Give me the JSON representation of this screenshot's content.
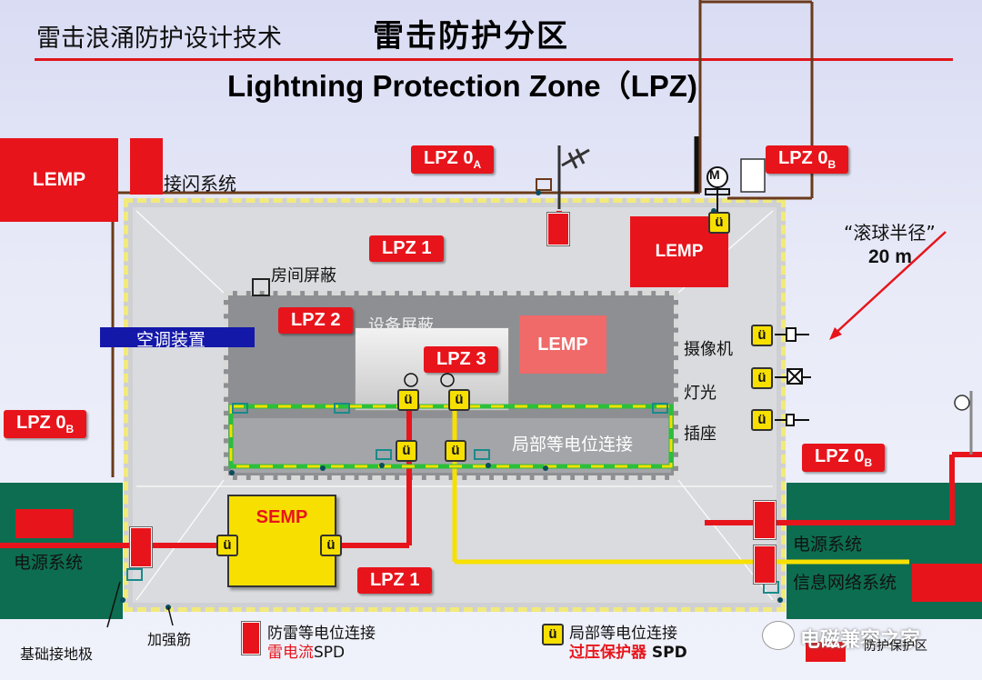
{
  "header": {
    "subtitle_cn": "雷击浪涌防护设计技术",
    "title_cn": "雷击防护分区",
    "title_en": "Lightning Protection Zone（LPZ)"
  },
  "zones": {
    "lpz0a_main": "LPZ 0",
    "lpz0a_sub": "A",
    "lpz0b_top_main": "LPZ 0",
    "lpz0b_top_sub": "B",
    "lpz0b_left_main": "LPZ 0",
    "lpz0b_left_sub": "B",
    "lpz0b_right_main": "LPZ 0",
    "lpz0b_right_sub": "B",
    "lpz1_top": "LPZ 1",
    "lpz1_bottom": "LPZ 1",
    "lpz2": "LPZ 2",
    "lpz3": "LPZ 3"
  },
  "lemp": {
    "outside": "LEMP",
    "roof": "LEMP",
    "room": "LEMP"
  },
  "labels": {
    "air_terminal": "接闪系统",
    "room_shield": "房间屏蔽",
    "device_shield": "设备屏蔽",
    "aircon": "空调装置",
    "local_bonding": "局部等电位连接",
    "camera": "摄像机",
    "light": "灯光",
    "socket": "插座",
    "power_left": "电源系统",
    "power_right": "电源系统",
    "network": "信息网络系统",
    "ground_electrode": "基础接地极",
    "rebar": "加强筋",
    "rolling_sphere_title": "“滚球半径”",
    "rolling_sphere_value": "20 m",
    "semp": "SEMP",
    "motor": "M",
    "spd_symbol": "ü"
  },
  "legend": {
    "lightning_bonding_line1": "防雷等电位连接",
    "lightning_bonding_line2a": "雷电流",
    "lightning_bonding_line2b": "SPD",
    "local_bonding_line1": "局部等电位连接",
    "local_bonding_line2a": "过压保护器",
    "local_bonding_line2b": " SPD"
  },
  "watermark": {
    "text": "电磁兼容之家",
    "text2": "防护保护区"
  },
  "colors": {
    "red": "#e8141b",
    "yellow": "#f7e000",
    "ground": "#0d6d50",
    "brown": "#6b3a1a",
    "blue_bar": "#1418a8"
  }
}
